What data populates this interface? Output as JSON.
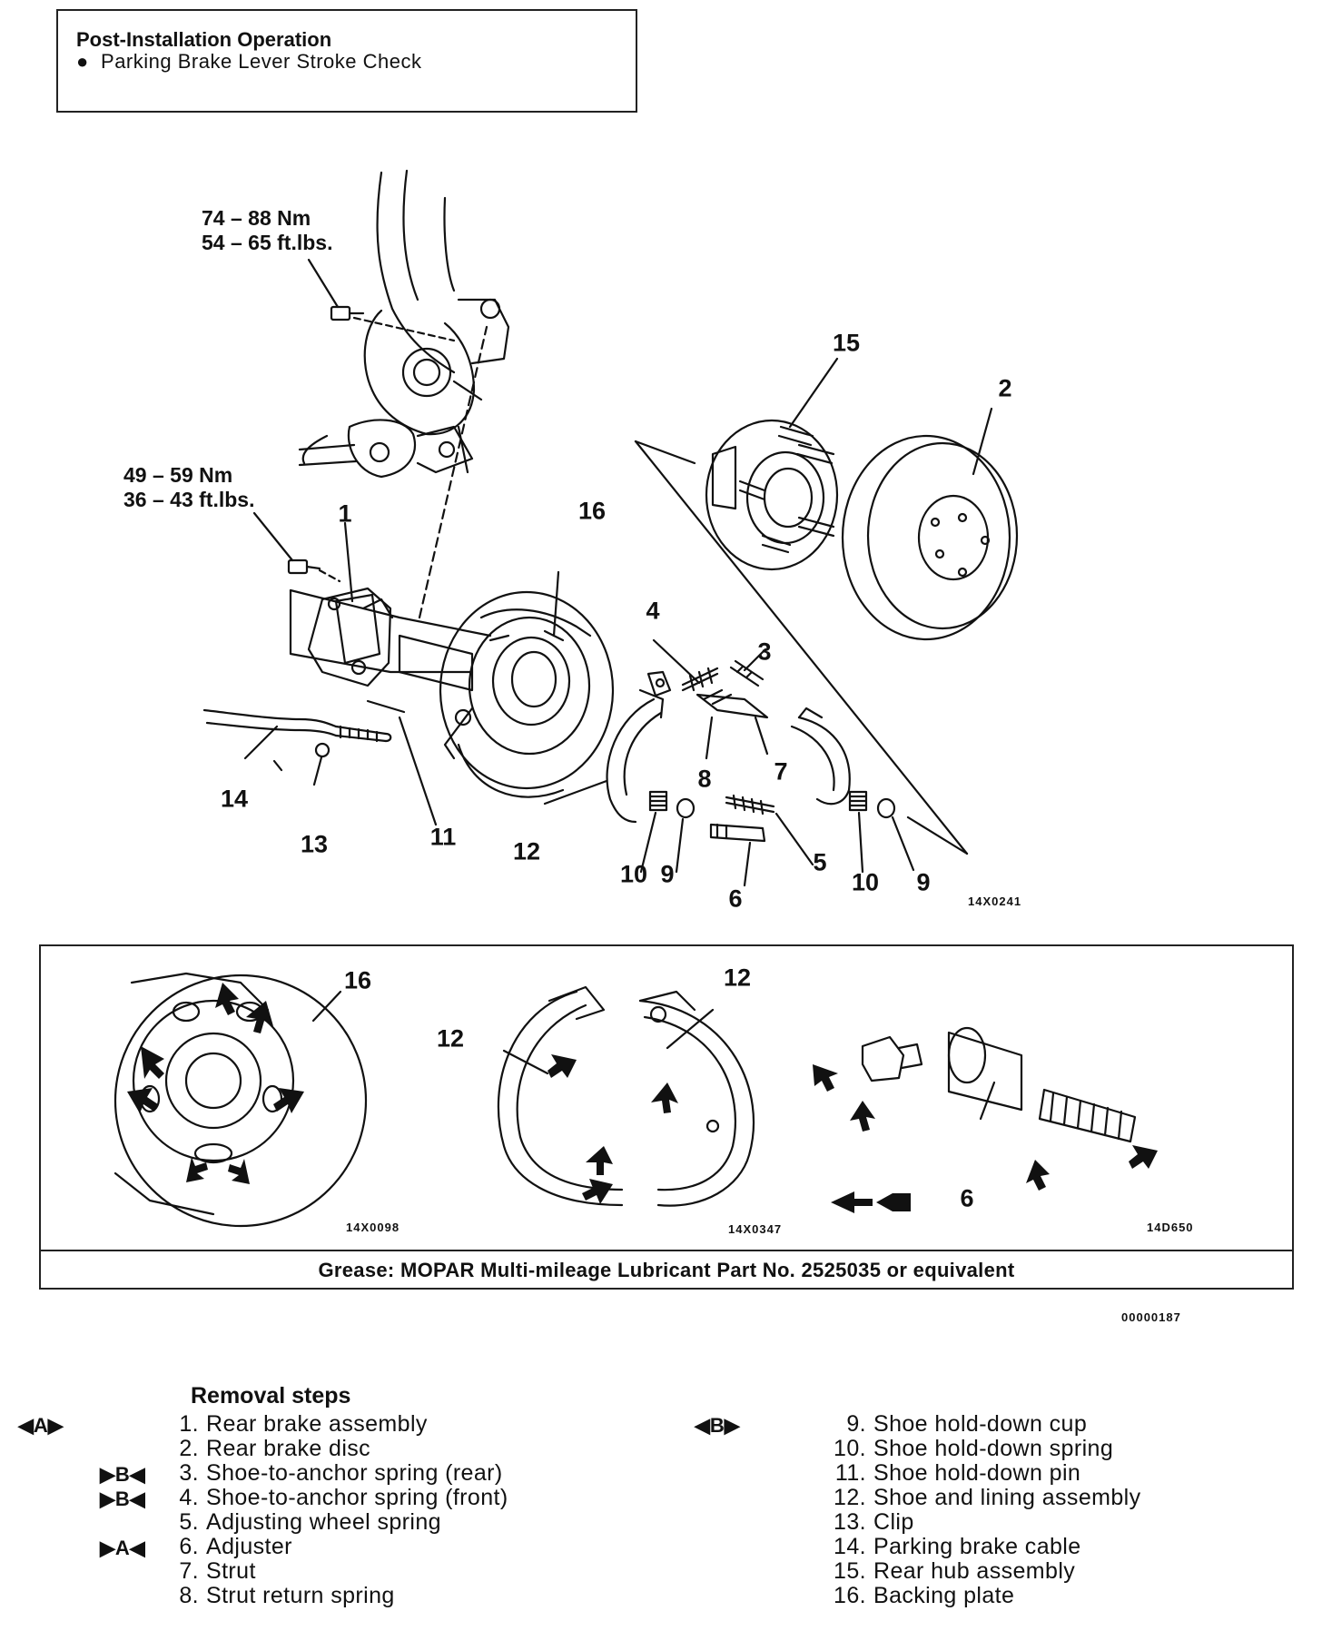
{
  "header": {
    "title": "Post-Installation Operation",
    "bullet": "Parking Brake Lever Stroke Check"
  },
  "torque": {
    "upper_nm": "74 – 88 Nm",
    "upper_ftlbs": "54 – 65 ft.lbs.",
    "lower_nm": "49 – 59 Nm",
    "lower_ftlbs": "36 – 43 ft.lbs."
  },
  "callouts_main": [
    "1",
    "2",
    "3",
    "4",
    "5",
    "6",
    "7",
    "8",
    "9",
    "9",
    "10",
    "10",
    "11",
    "12",
    "13",
    "14",
    "15",
    "16"
  ],
  "figure_codes": {
    "main": "14X0241",
    "backing_plate": "14X0098",
    "shoes": "14X0347",
    "adjuster": "14D650",
    "page": "00000187"
  },
  "detail_callouts": {
    "backing_plate": "16",
    "shoe_left": "12",
    "shoe_right": "12",
    "adjuster": "6"
  },
  "grease_note": "Grease: MOPAR Multi-mileage Lubricant Part No. 2525035 or equivalent",
  "removal": {
    "title": "Removal steps",
    "marks": {
      "A": "A",
      "B": "B"
    },
    "left_steps": [
      {
        "num": "1.",
        "text": "Rear brake assembly",
        "mark": "◀A▶"
      },
      {
        "num": "2.",
        "text": "Rear brake disc",
        "mark": ""
      },
      {
        "num": "3.",
        "text": "Shoe-to-anchor spring (rear)",
        "mark": "▶B◀"
      },
      {
        "num": "4.",
        "text": "Shoe-to-anchor spring (front)",
        "mark": "▶B◀"
      },
      {
        "num": "5.",
        "text": "Adjusting wheel spring",
        "mark": ""
      },
      {
        "num": "6.",
        "text": "Adjuster",
        "mark": "▶A◀"
      },
      {
        "num": "7.",
        "text": "Strut",
        "mark": ""
      },
      {
        "num": "8.",
        "text": "Strut return spring",
        "mark": ""
      }
    ],
    "right_steps": [
      {
        "num": "9.",
        "text": "Shoe hold-down cup",
        "mark": "◀B▶"
      },
      {
        "num": "10.",
        "text": "Shoe hold-down spring",
        "mark": ""
      },
      {
        "num": "11.",
        "text": "Shoe hold-down pin",
        "mark": ""
      },
      {
        "num": "12.",
        "text": "Shoe and lining assembly",
        "mark": ""
      },
      {
        "num": "13.",
        "text": "Clip",
        "mark": ""
      },
      {
        "num": "14.",
        "text": "Parking brake cable",
        "mark": ""
      },
      {
        "num": "15.",
        "text": "Rear hub assembly",
        "mark": ""
      },
      {
        "num": "16.",
        "text": "Backing plate",
        "mark": ""
      }
    ]
  },
  "colors": {
    "ink": "#111111",
    "paper": "#ffffff"
  }
}
